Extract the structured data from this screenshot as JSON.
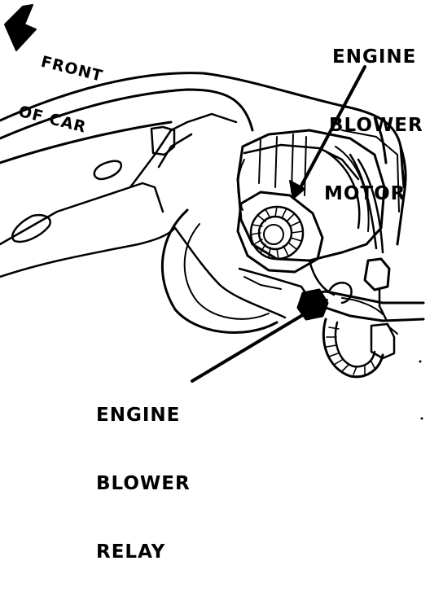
{
  "labels": {
    "front_of_car": [
      "FRONT",
      "OF CAR"
    ],
    "engine_blower_motor": [
      "ENGINE",
      "BLOWER",
      "MOTOR"
    ],
    "engine_blower_relay": [
      "ENGINE",
      "BLOWER",
      "RELAY"
    ]
  },
  "colors": {
    "ink": "#000000",
    "paper": "#ffffff"
  }
}
